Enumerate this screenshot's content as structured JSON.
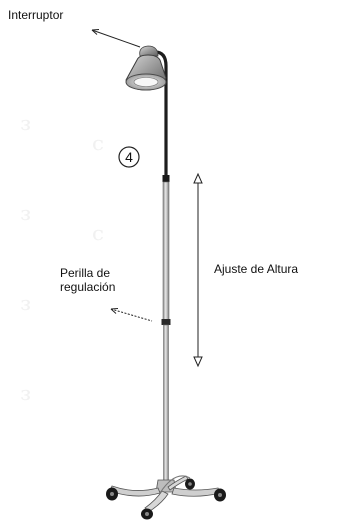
{
  "labels": {
    "switch": "Interruptor",
    "knob_line1": "Perilla de",
    "knob_line2": "regulación",
    "height": "Ajuste de Altura",
    "step_number": "4"
  },
  "colors": {
    "line": "#222222",
    "pole": "#cfcfcf",
    "pole_edge": "#6e6e6e",
    "lamp_shade": "#a9a9a9",
    "wheel": "#1a1a1a"
  }
}
